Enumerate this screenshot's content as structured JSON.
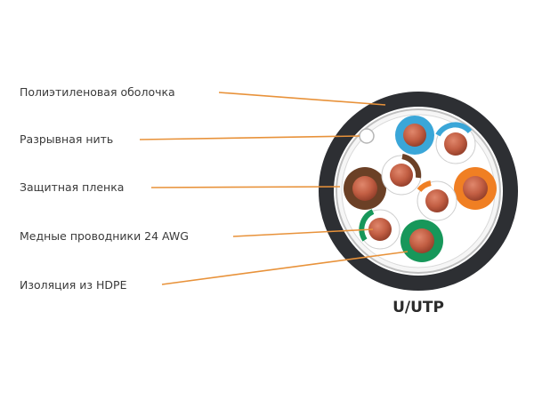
{
  "labels": {
    "jacket": "Полиэтиленовая оболочка",
    "ripcord": "Разрывная нить",
    "film": "Защитная пленка",
    "conductors": "Медные проводники 24 AWG",
    "insulation": "Изоляция из HDPE"
  },
  "cable_type": "U/UTP",
  "colors": {
    "leader": "#e8923a",
    "jacket": "#2d2f33",
    "copper": "#b8533a",
    "blue": "#3aa6d8",
    "orange": "#f07f23",
    "brown": "#6b4026",
    "green": "#17975a"
  }
}
